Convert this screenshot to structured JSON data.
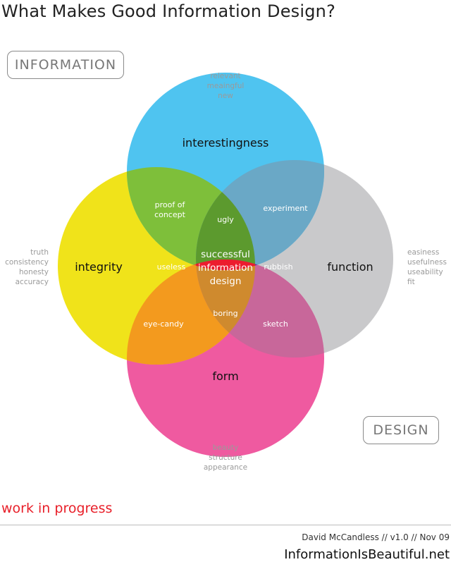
{
  "title": "What Makes Good Information Design?",
  "tags": {
    "information": "INFORMATION",
    "design": "DESIGN"
  },
  "colors": {
    "interestingness": "#4fc4f0",
    "integrity": "#f0e31a",
    "function": "#c9c9cb",
    "form": "#ef5aa0",
    "center": "#ec1c2e",
    "useless": "#ee5a26",
    "rubbish": "#6a2c8e",
    "ugly": "#5c9a2e"
  },
  "circles": {
    "interestingness": {
      "label": "interestingness",
      "descriptors": [
        "relevant",
        "meaingful",
        "new"
      ]
    },
    "integrity": {
      "label": "integrity",
      "descriptors": [
        "truth",
        "consistency",
        "honesty",
        "accuracy"
      ]
    },
    "function": {
      "label": "function",
      "descriptors": [
        "easiness",
        "usefulness",
        "useability",
        "fit"
      ]
    },
    "form": {
      "label": "form",
      "descriptors": [
        "beauty",
        "structure",
        "appearance"
      ]
    }
  },
  "overlaps": {
    "proof_of_concept": [
      "proof of",
      "concept"
    ],
    "experiment": "experiment",
    "ugly": "ugly",
    "useless": "useless",
    "rubbish": "rubbish",
    "eye_candy": "eye-candy",
    "sketch": "sketch",
    "boring": "boring",
    "center": [
      "successful",
      "information",
      "design"
    ]
  },
  "footer": {
    "status": "work in progress",
    "credit": "David McCandless // v1.0 // Nov 09",
    "site": "InformationIsBeautiful.net"
  }
}
